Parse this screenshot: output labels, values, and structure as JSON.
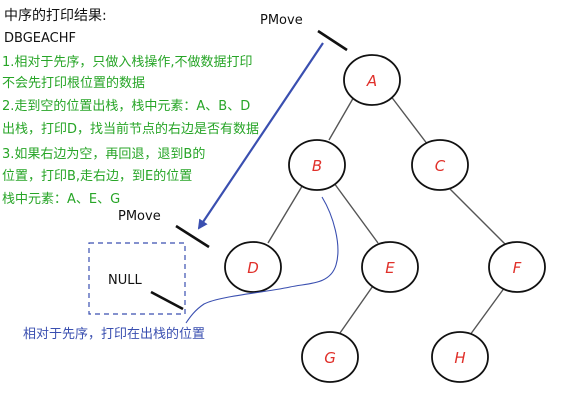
{
  "title": "中序的打印结果:",
  "result": "DBGEACHF",
  "notes": [
    "1.相对于先序，只做入栈操作,不做数据打印",
    "不会先打印根位置的数据",
    "2.走到空的位置出栈，栈中元素：A、B、D",
    "出栈，打印D，找当前节点的右边是否有数据",
    "3.如果右边为空，再回退，退到B的",
    "位置，打印B,走右边，到E的位置",
    "栈中元素：A、E、G"
  ],
  "pmove_top": "PMove",
  "pmove_mid": "PMove",
  "null_label": "NULL",
  "caption": "相对于先序，打印在出栈的位置",
  "nodes": [
    "A",
    "B",
    "C",
    "D",
    "E",
    "F",
    "G",
    "H"
  ],
  "colors": {
    "green": "#27a527",
    "blue": "#3a4fb0",
    "node_text": "#e0302a"
  }
}
